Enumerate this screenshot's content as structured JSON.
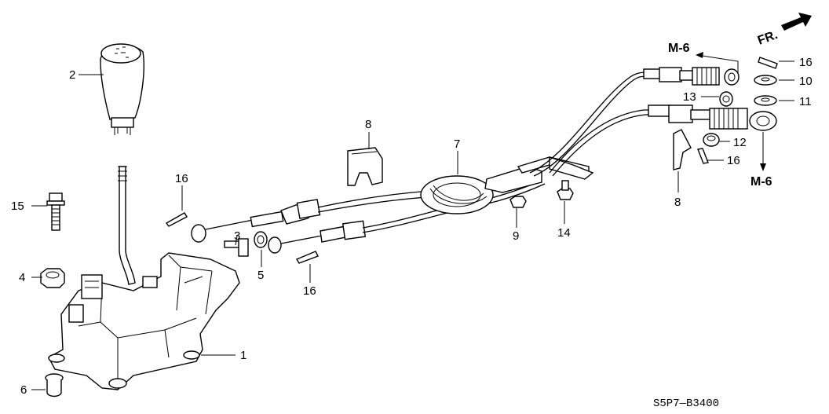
{
  "callouts": {
    "c1": "1",
    "c2": "2",
    "c3": "3",
    "c4": "4",
    "c5": "5",
    "c6": "6",
    "c7": "7",
    "c8a": "8",
    "c8b": "8",
    "c9": "9",
    "c10": "10",
    "c11": "11",
    "c12": "12",
    "c13": "13",
    "c14": "14",
    "c15": "15",
    "c16a": "16",
    "c16b": "16",
    "c16c": "16",
    "c16d": "16"
  },
  "refs": {
    "m6_top": "M-6",
    "m6_bottom": "M-6",
    "front": "FR."
  },
  "diagram_code": "S5P7—B3400"
}
